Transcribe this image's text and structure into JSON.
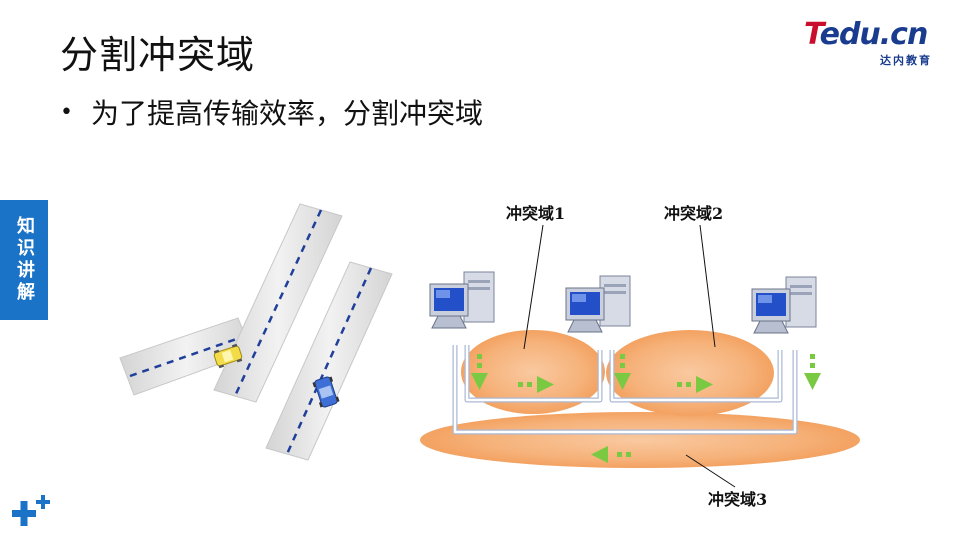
{
  "slide": {
    "title": "分割冲突域",
    "bullet": "为了提高传输效率，分割冲突域"
  },
  "logo": {
    "brand_t": "T",
    "brand_rest": "edu.cn",
    "subtitle": "达内教育"
  },
  "side_tab": {
    "text": "知识讲解"
  },
  "diagram": {
    "labels": {
      "domain1": "冲突域1",
      "domain2": "冲突域2",
      "domain3": "冲突域3"
    }
  },
  "colors": {
    "accent_blue": "#1b73c7",
    "domain_fill": "#f6b27a",
    "arrow_green": "#7ac943",
    "road_line": "#1f3f9a"
  }
}
